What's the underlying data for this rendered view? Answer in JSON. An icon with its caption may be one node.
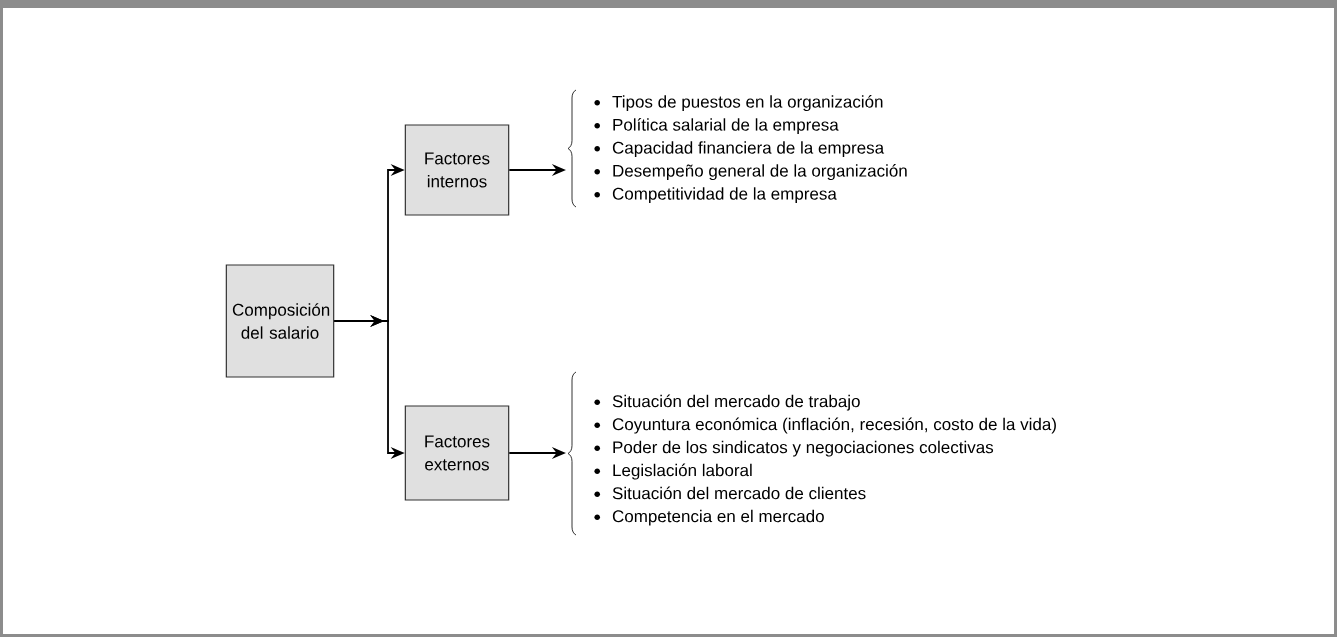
{
  "diagram": {
    "nodes": [
      {
        "text": [
          "Composición del salario"
        ]
      },
      {
        "text": [
          "Factores internos"
        ]
      },
      {
        "text": [
          "Factores externos"
        ]
      },
      {
        "text": [
          "Tipos de puestos en la organización",
          "Política salarial de la empresa",
          "Capacidad financiera de la empresa",
          "Desempeño general de la organización",
          "Competitividad de la empresa"
        ]
      },
      {
        "text": [
          "Situación del mercado de trabajo",
          "Coyuntura económica (inflación, recesión, costo de la vida)",
          "Poder de los sindicatos y negociaciones colectivas",
          "Legislación laboral",
          "Situación del mercado de clientes",
          "Competencia en el mercado"
        ]
      }
    ],
    "edges": [
      {
        "from": 0,
        "to": 1,
        "arrow": "to"
      },
      {
        "from": 0,
        "to": 2,
        "arrow": "to"
      },
      {
        "from": 1,
        "to": 3,
        "arrow": "to"
      },
      {
        "from": 2,
        "to": 4,
        "arrow": "to"
      }
    ]
  }
}
